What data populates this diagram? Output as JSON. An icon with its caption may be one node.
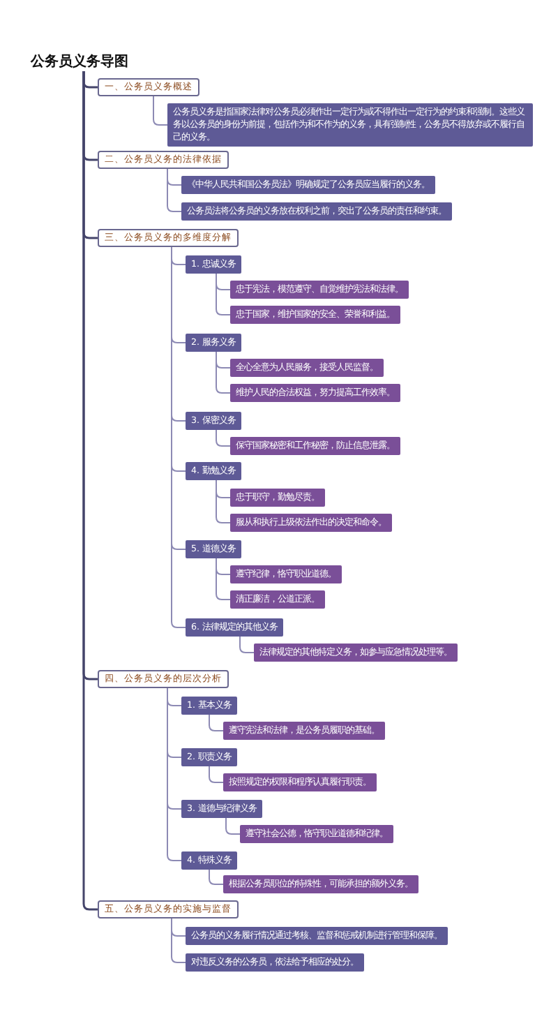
{
  "diagram": {
    "nodes": [
      {
        "text": [
          "公务员义务导图"
        ]
      },
      {
        "text": [
          "一、公务员义务概述"
        ]
      },
      {
        "text": [
          "公务员义务是指国家法律对公务员必须作出一定行为或不得作出一定行为的约束和强制。这些义务以公务员的身份为前提，包括作为和不作为的义务，具有强制性，公务员不得放弃或不履行自己的义务。"
        ]
      },
      {
        "text": [
          "二、公务员义务的法律依据"
        ]
      },
      {
        "text": [
          "《中华人民共和国公务员法》明确规定了公务员应当履行的义务。"
        ]
      },
      {
        "text": [
          "公务员法将公务员的义务放在权利之前，突出了公务员的责任和约束。"
        ]
      },
      {
        "text": [
          "三、公务员义务的多维度分解"
        ]
      },
      {
        "text": [
          "1. 忠诚义务"
        ]
      },
      {
        "text": [
          "忠于宪法，模范遵守、自觉维护宪法和法律。"
        ]
      },
      {
        "text": [
          "忠于国家，维护国家的安全、荣誉和利益。"
        ]
      },
      {
        "text": [
          "2. 服务义务"
        ]
      },
      {
        "text": [
          "全心全意为人民服务，接受人民监督。"
        ]
      },
      {
        "text": [
          "维护人民的合法权益，努力提高工作效率。"
        ]
      },
      {
        "text": [
          "3. 保密义务"
        ]
      },
      {
        "text": [
          "保守国家秘密和工作秘密，防止信息泄露。"
        ]
      },
      {
        "text": [
          "4. 勤勉义务"
        ]
      },
      {
        "text": [
          "忠于职守，勤勉尽责。"
        ]
      },
      {
        "text": [
          "服从和执行上级依法作出的决定和命令。"
        ]
      },
      {
        "text": [
          "5. 道德义务"
        ]
      },
      {
        "text": [
          "遵守纪律，恪守职业道德。"
        ]
      },
      {
        "text": [
          "清正廉洁，公道正派。"
        ]
      },
      {
        "text": [
          "6. 法律规定的其他义务"
        ]
      },
      {
        "text": [
          "法律规定的其他特定义务，如参与应急情况处理等。"
        ]
      },
      {
        "text": [
          "四、公务员义务的层次分析"
        ]
      },
      {
        "text": [
          "1. 基本义务"
        ]
      },
      {
        "text": [
          "遵守宪法和法律，是公务员履职的基础。"
        ]
      },
      {
        "text": [
          "2. 职责义务"
        ]
      },
      {
        "text": [
          "按照规定的权限和程序认真履行职责。"
        ]
      },
      {
        "text": [
          "3. 道德与纪律义务"
        ]
      },
      {
        "text": [
          "遵守社会公德，恪守职业道德和纪律。"
        ]
      },
      {
        "text": [
          "4. 特殊义务"
        ]
      },
      {
        "text": [
          "根据公务员职位的特殊性，可能承担的额外义务。"
        ]
      },
      {
        "text": [
          "五、公务员义务的实施与监督"
        ]
      },
      {
        "text": [
          "公务员的义务履行情况通过考核、监督和惩戒机制进行管理和保障。"
        ]
      },
      {
        "text": [
          "对违反义务的公务员，依法给予相应的处分。"
        ]
      }
    ],
    "edges": [
      {
        "from": 0,
        "to": 1,
        "arrow": "none",
        "color": "#44446a"
      },
      {
        "from": 1,
        "to": 2,
        "arrow": "none"
      },
      {
        "from": 0,
        "to": 3,
        "arrow": "none",
        "color": "#44446a"
      },
      {
        "from": 3,
        "to": 4,
        "arrow": "none"
      },
      {
        "from": 3,
        "to": 5,
        "arrow": "none"
      },
      {
        "from": 0,
        "to": 6,
        "arrow": "none",
        "color": "#44446a"
      },
      {
        "from": 6,
        "to": 7,
        "arrow": "none"
      },
      {
        "from": 7,
        "to": 8,
        "arrow": "none"
      },
      {
        "from": 7,
        "to": 9,
        "arrow": "none"
      },
      {
        "from": 6,
        "to": 10,
        "arrow": "none"
      },
      {
        "from": 10,
        "to": 11,
        "arrow": "none"
      },
      {
        "from": 10,
        "to": 12,
        "arrow": "none"
      },
      {
        "from": 6,
        "to": 13,
        "arrow": "none"
      },
      {
        "from": 13,
        "to": 14,
        "arrow": "none"
      },
      {
        "from": 6,
        "to": 15,
        "arrow": "none"
      },
      {
        "from": 15,
        "to": 16,
        "arrow": "none"
      },
      {
        "from": 15,
        "to": 17,
        "arrow": "none"
      },
      {
        "from": 6,
        "to": 18,
        "arrow": "none"
      },
      {
        "from": 18,
        "to": 19,
        "arrow": "none"
      },
      {
        "from": 18,
        "to": 20,
        "arrow": "none"
      },
      {
        "from": 6,
        "to": 21,
        "arrow": "none"
      },
      {
        "from": 21,
        "to": 22,
        "arrow": "none"
      },
      {
        "from": 0,
        "to": 23,
        "arrow": "none",
        "color": "#44446a"
      },
      {
        "from": 23,
        "to": 24,
        "arrow": "none"
      },
      {
        "from": 24,
        "to": 25,
        "arrow": "none"
      },
      {
        "from": 23,
        "to": 26,
        "arrow": "none"
      },
      {
        "from": 26,
        "to": 27,
        "arrow": "none"
      },
      {
        "from": 23,
        "to": 28,
        "arrow": "none"
      },
      {
        "from": 28,
        "to": 29,
        "arrow": "none"
      },
      {
        "from": 23,
        "to": 30,
        "arrow": "none"
      },
      {
        "from": 30,
        "to": 31,
        "arrow": "none"
      },
      {
        "from": 0,
        "to": 32,
        "arrow": "none",
        "color": "#44446a"
      },
      {
        "from": 32,
        "to": 33,
        "arrow": "none"
      },
      {
        "from": 32,
        "to": 34,
        "arrow": "none"
      }
    ]
  }
}
